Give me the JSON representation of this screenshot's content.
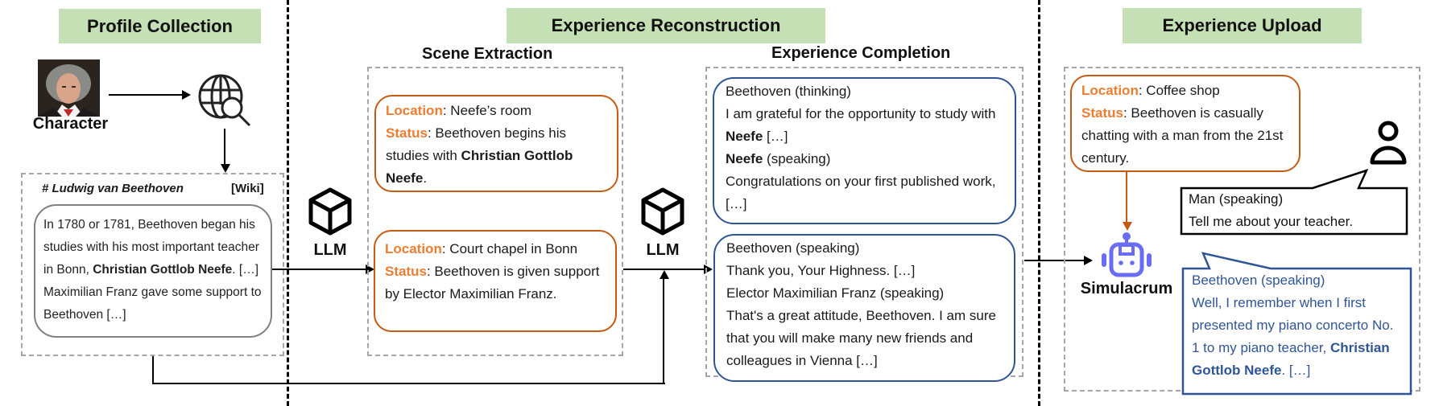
{
  "stages": {
    "profile_collection": "Profile Collection",
    "experience_reconstruction": "Experience Reconstruction",
    "experience_upload": "Experience Upload"
  },
  "subheads": {
    "scene_extraction": "Scene Extraction",
    "experience_completion": "Experience Completion"
  },
  "character": {
    "label": "Character",
    "portrait_icon": "beethoven-portrait",
    "search_icon": "globe-search-icon"
  },
  "wiki": {
    "title": "# Ludwig van Beethoven",
    "source": "[Wiki]",
    "text_1": "In 1780 or 1781, Beethoven began his studies with his most important teacher in Bonn, ",
    "text_bold": "Christian Gottlob Neefe",
    "text_2": ". […] Maximilian Franz gave some support to Beethoven […]"
  },
  "llm_label": "LLM",
  "scenes": [
    {
      "location_key": "Location",
      "location": ": Neefe’s room",
      "status_key": "Status",
      "status_1": ": Beethoven begins his studies with ",
      "status_bold": "Christian Gottlob Neefe",
      "status_2": "."
    },
    {
      "location_key": "Location",
      "location": ": Court chapel in Bonn",
      "status_key": "Status",
      "status_1": ": Beethoven is given support by Elector Maximilian Franz.",
      "status_bold": "",
      "status_2": ""
    }
  ],
  "completions": [
    {
      "line1": "Beethoven (thinking)",
      "line2a": "I am grateful for the opportunity to study with ",
      "line2b": "Neefe",
      "line2c": " […]",
      "line3a": "Neefe",
      "line3b": " (speaking)",
      "line4": "Congratulations on your first published work, […]"
    },
    {
      "line1": "Beethoven (speaking)",
      "line2": "Thank you, Your Highness. […]",
      "line3": "Elector Maximilian Franz (speaking)",
      "line4": "That's a great attitude, Beethoven. I am sure that you will make many new friends and colleagues in Vienna […]"
    }
  ],
  "upload": {
    "location_key": "Location",
    "location": ": Coffee shop",
    "status_key": "Status",
    "status": ": Beethoven is casually chatting with a man from the 21st century.",
    "simulacrum_label": "Simulacrum",
    "man_speaker": "Man (speaking)",
    "man_text": "Tell me about your teacher.",
    "beethoven_speaker": "Beethoven (speaking)",
    "beethoven_text": "Well, I remember when I first presented my piano concerto No. 1 to my piano teacher, ",
    "beethoven_bold": "Christian Gottlob Neefe",
    "beethoven_end": ". […]"
  },
  "colors": {
    "header_green": "#c5e0b4",
    "scene_orange": "#c55a11",
    "key_orange": "#ed7d31",
    "dialog_blue": "#2f5597",
    "robot_purple": "#6a6cf6"
  }
}
